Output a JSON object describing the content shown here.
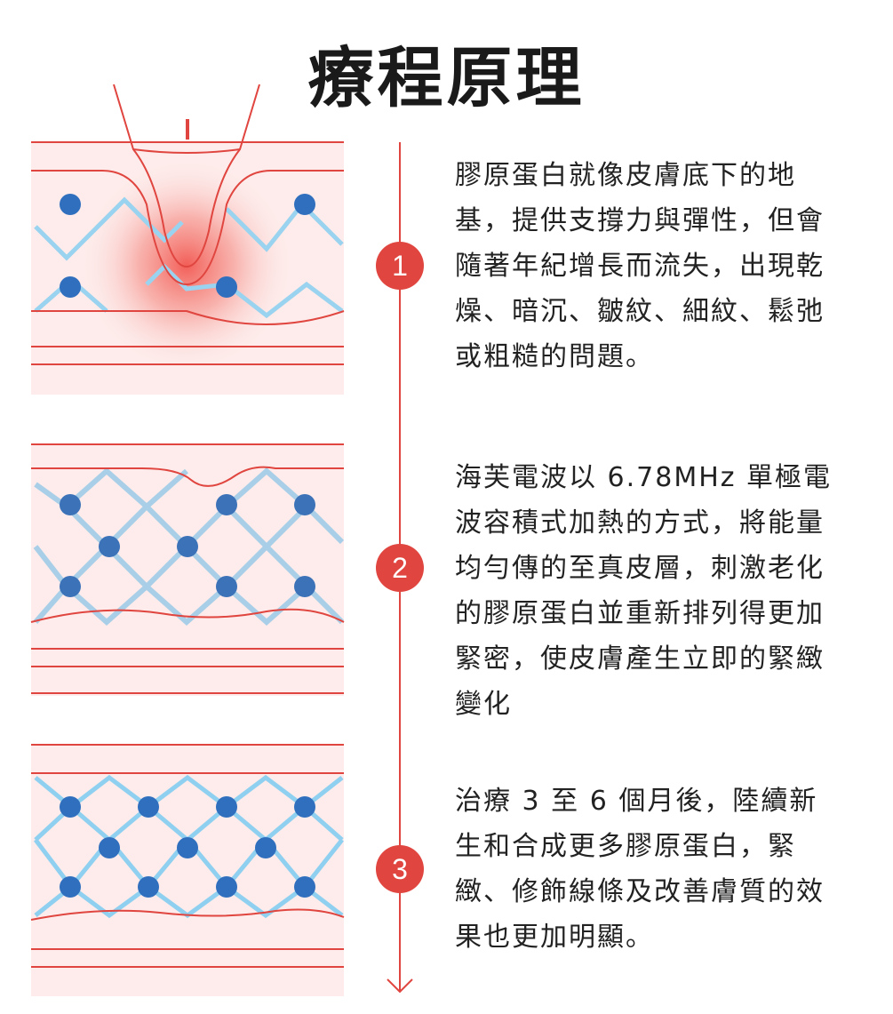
{
  "page": {
    "title": "療程原理"
  },
  "colors": {
    "accent": "#e0453f",
    "skin": "#fdeceb",
    "fiber": "#9ad3ef",
    "collagen": "#2f6fbe"
  },
  "steps": [
    {
      "number": "1",
      "text": "膠原蛋白就像皮膚底下的地基，提供支撐力與彈性，但會隨著年紀增長而流失，出現乾燥、暗沉、皺紋、細紋、鬆弛或粗糙的問題。"
    },
    {
      "number": "2",
      "text": "海芙電波以 6.78MHz 單極電波容積式加熱的方式，將能量均勻傳的至真皮層，刺激老化的膠原蛋白並重新排列得更加緊密，使皮膚產生立即的緊緻變化"
    },
    {
      "number": "3",
      "text": "治療 3 至 6 個月後，陸續新生和合成更多膠原蛋白，緊緻、修飾線條及改善膚質的效果也更加明顯。"
    }
  ]
}
